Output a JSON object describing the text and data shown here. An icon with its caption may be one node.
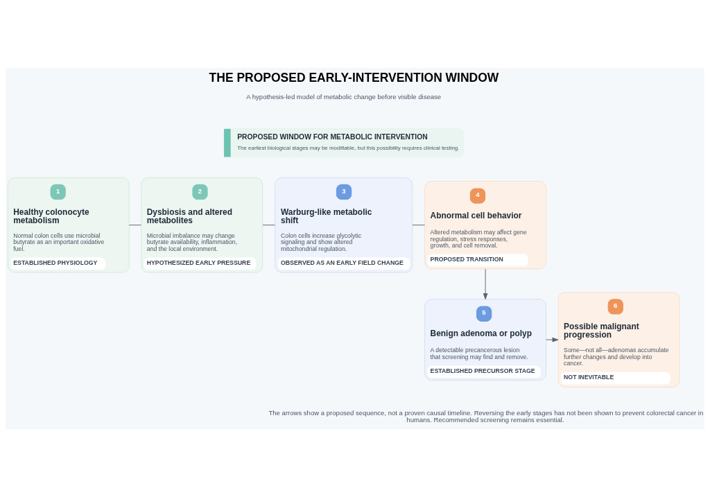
{
  "diagram": {
    "title": "THE PROPOSED EARLY-INTERVENTION WINDOW",
    "caption": "The arrows show a proposed sequence, not a proven causal timeline. Reversing the early stages has not been shown to prevent colorectal cancer in humans. Recommended screening remains essential.",
    "nodes": [
      {
        "text": [
          "PROPOSED WINDOW FOR METABOLIC INTERVENTION",
          "The earliest biological stages may be modifiable, but this possibility requires clinical testing."
        ]
      },
      {
        "text": [
          "1",
          "Healthy colonocyte metabolism",
          "Normal colon cells use microbial butyrate as an important oxidative fuel.",
          "ESTABLISHED PHYSIOLOGY"
        ]
      },
      {
        "text": [
          "2",
          "Dysbiosis and altered metabolites",
          "Microbial imbalance may change butyrate availability, inflammation, and the local environment.",
          "HYPOTHESIZED EARLY PRESSURE"
        ]
      },
      {
        "text": [
          "3",
          "Warburg-like metabolic shift",
          "Colon cells increase glycolytic signaling and show altered mitochondrial regulation.",
          "OBSERVED AS AN EARLY FIELD CHANGE"
        ]
      },
      {
        "text": [
          "4",
          "Abnormal cell behavior",
          "Altered metabolism may affect gene regulation, stress responses, growth, and cell removal.",
          "PROPOSED TRANSITION"
        ]
      },
      {
        "text": [
          "5",
          "Benign adenoma or polyp",
          "A detectable precancerous lesion that screening may find and remove.",
          "ESTABLISHED PRECURSOR STAGE"
        ]
      },
      {
        "text": [
          "6",
          "Possible malignant progression",
          "Some—not all—adenomas accumulate further changes and develop into cancer.",
          "NOT INEVITABLE"
        ]
      }
    ],
    "edges": [
      {
        "from": 1,
        "to": 2,
        "arrow": "none"
      },
      {
        "from": 2,
        "to": 3,
        "arrow": "none"
      },
      {
        "from": 3,
        "to": 4,
        "arrow": "none"
      },
      {
        "from": 4,
        "to": 5,
        "arrow": "to"
      },
      {
        "from": 5,
        "to": 6,
        "arrow": "to"
      }
    ],
    "labels": [
      "A hypothesis-led model of metabolic change before visible disease"
    ]
  }
}
